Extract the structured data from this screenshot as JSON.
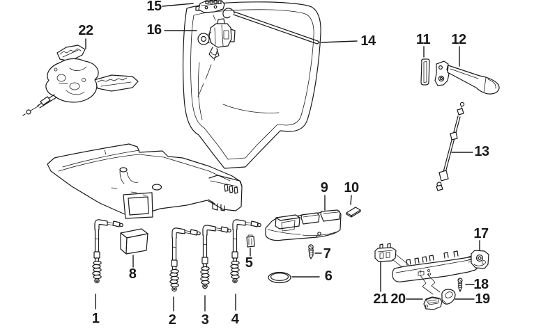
{
  "figure": {
    "kind": "exploded-parts-line-drawing",
    "subject": "seat mechanism parts diagram"
  },
  "colors": {
    "ink": "#1a1a1a",
    "background": "#ffffff"
  },
  "callouts": {
    "c1": "1",
    "c2": "2",
    "c3": "3",
    "c4": "4",
    "c5": "5",
    "c6": "6",
    "c7": "7",
    "c8": "8",
    "c9": "9",
    "c10": "10",
    "c11": "11",
    "c12": "12",
    "c13": "13",
    "c14": "14",
    "c15": "15",
    "c16": "16",
    "c17": "17",
    "c18": "18",
    "c19": "19",
    "c20": "20",
    "c21": "21",
    "c22": "22"
  }
}
